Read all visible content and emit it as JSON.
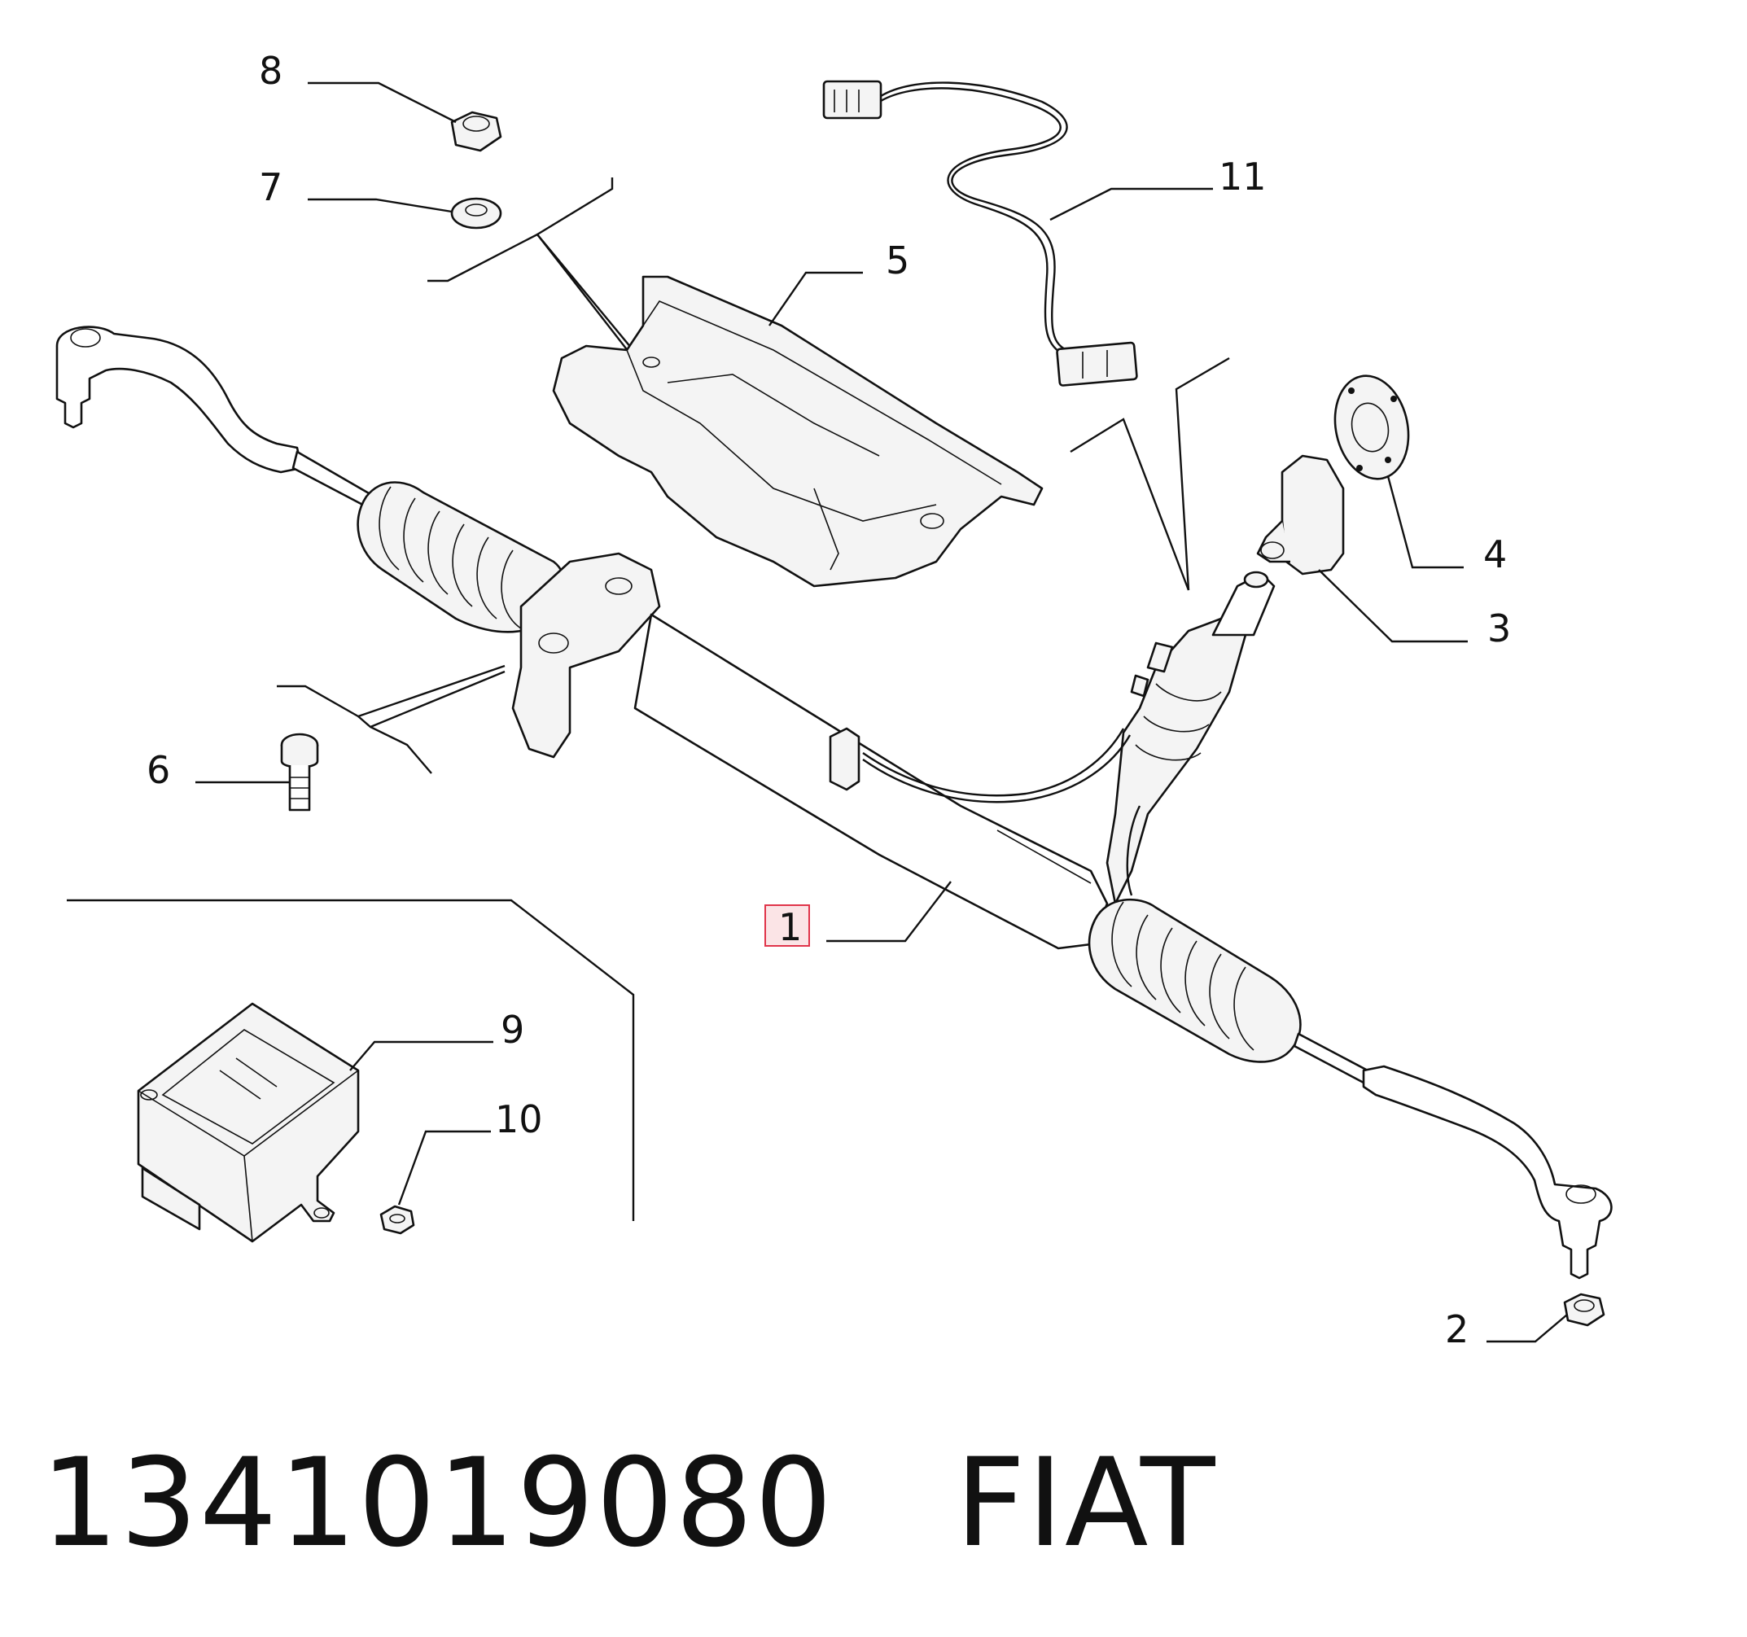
{
  "callouts": {
    "c1": "1",
    "c2": "2",
    "c3": "3",
    "c4": "4",
    "c5": "5",
    "c6": "6",
    "c7": "7",
    "c8": "8",
    "c9": "9",
    "c10": "10",
    "c11": "11"
  },
  "highlight_color": "#e0344a",
  "caption": {
    "part_number": "1341019080",
    "brand": "FIAT"
  }
}
